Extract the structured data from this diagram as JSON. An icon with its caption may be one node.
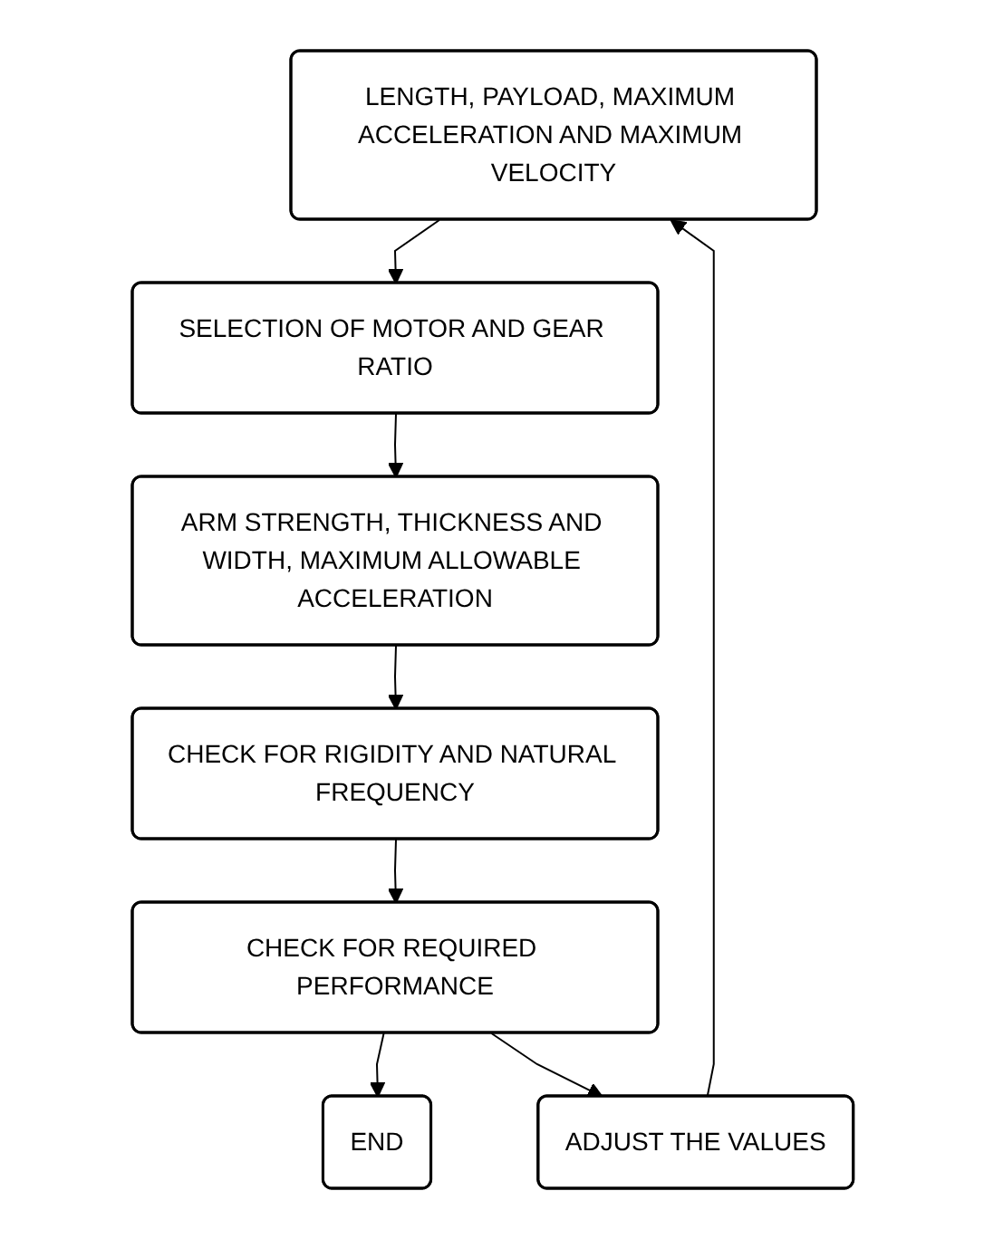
{
  "diagram": {
    "nodes": [
      {
        "text": [
          "LENGTH, PAYLOAD, MAXIMUM ACCELERATION AND MAXIMUM VELOCITY"
        ]
      },
      {
        "text": [
          "SELECTION OF MOTOR AND GEAR RATIO"
        ]
      },
      {
        "text": [
          "ARM STRENGTH, THICKNESS AND WIDTH, MAXIMUM ALLOWABLE ACCELERATION"
        ]
      },
      {
        "text": [
          "CHECK FOR RIGIDITY AND NATURAL FREQUENCY"
        ]
      },
      {
        "text": [
          "CHECK FOR REQUIRED PERFORMANCE"
        ]
      },
      {
        "text": [
          "ADJUST THE VALUES"
        ]
      },
      {
        "text": [
          "END"
        ]
      }
    ],
    "edges": [
      {
        "from": 0,
        "to": 1,
        "arrow": "to"
      },
      {
        "from": 1,
        "to": 2,
        "arrow": "to"
      },
      {
        "from": 2,
        "to": 3,
        "arrow": "to"
      },
      {
        "from": 3,
        "to": 4,
        "arrow": "to"
      },
      {
        "from": 4,
        "to": 6,
        "arrow": "to"
      },
      {
        "from": 4,
        "to": 5,
        "arrow": "to"
      },
      {
        "from": 5,
        "to": 0,
        "arrow": "to"
      }
    ]
  }
}
